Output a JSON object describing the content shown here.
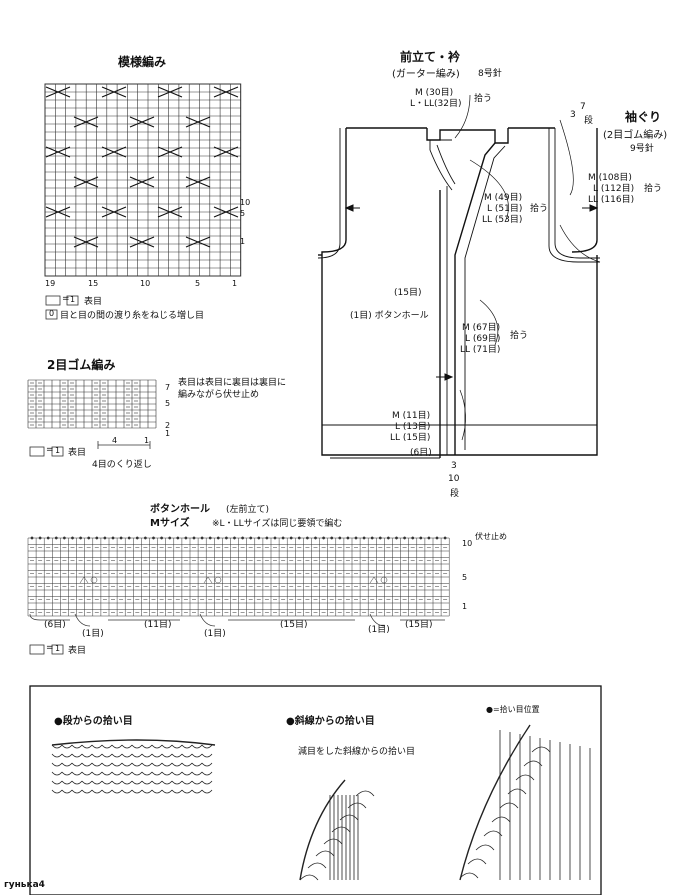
{
  "pattern": {
    "title": "模様編み",
    "row_numbers": [
      "10",
      "5",
      "1"
    ],
    "col_numbers": [
      "19",
      "15",
      "10",
      "5",
      "1"
    ],
    "legend_knit": "表目",
    "legend_twist": "目と目の間の渡り糸をねじる増し目",
    "symbol_one": "1",
    "symbol_twist": "0"
  },
  "rib": {
    "title": "2目ゴム編み",
    "note_line1": "表目は表目に裏目は裏目に",
    "note_line2": "編みながら伏せ止め",
    "row_numbers": [
      "7",
      "5",
      "2",
      "1"
    ],
    "legend_knit": "表目",
    "repeat": "4目のくり返し",
    "col_4": "4",
    "col_1": "1"
  },
  "vest": {
    "front_title": "前立て・衿",
    "front_sub": "(ガーター編み)",
    "front_needle": "8号針",
    "front_m": "M (30目)",
    "front_lll": "L・LL(32目)",
    "pick": "拾う",
    "armhole_title": "袖ぐり",
    "armhole_sub": "(2目ゴム編み)",
    "armhole_needle": "9号針",
    "arm_rows_3": "3",
    "arm_rows_7": "7",
    "arm_dan": "段",
    "arm_m": "M (108目)",
    "arm_l": "L (112目)",
    "arm_ll": "LL (116目)",
    "neck_m": "M (49目)",
    "neck_l": "L (51目)",
    "neck_ll": "LL (53目)",
    "mid_m": "M (67目)",
    "mid_l": "L (69目)",
    "mid_ll": "LL (71目)",
    "bot_m": "M (11目)",
    "bot_l": "L (13目)",
    "bot_ll": "LL (15目)",
    "gap15": "(15目)",
    "buttonhole_label": "(1目) ボタンホール",
    "gap6": "(6目)",
    "bottom_3": "3",
    "bottom_10": "10",
    "bottom_dan": "段"
  },
  "buttonhole": {
    "title": "ボタンホール",
    "title_sub": "(左前立て)",
    "size": "Mサイズ",
    "note": "※L・LLサイズは同じ要領で編む",
    "bind_off": "伏せ止め",
    "row_numbers": [
      "10",
      "5",
      "1"
    ],
    "segments": [
      "(6目)",
      "(1目)",
      "(11目)",
      "(1目)",
      "(15目)",
      "(1目)",
      "(15目)"
    ],
    "legend_knit": "表目"
  },
  "pickup": {
    "from_rows": "●段からの拾い目",
    "from_diag": "●斜線からの拾い目",
    "pos_note": "●=拾い目位置",
    "dec_note": "減目をした斜線からの拾い目"
  },
  "watermark": "гунька4"
}
